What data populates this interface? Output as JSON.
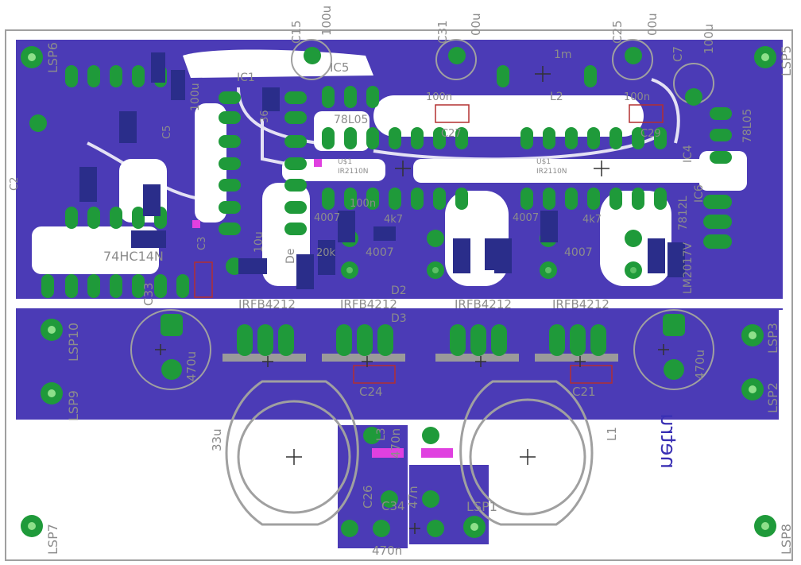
{
  "colors": {
    "copper": "#4b3bb6",
    "copper_dark": "#342a93",
    "pad": "#1f9a3a",
    "pad_light": "#8ee08a",
    "silk": "#8c8c8c",
    "board_bg": "#ffffff",
    "smd_pad": "#2a2d8a",
    "via": "#e040e0",
    "outline_red": "#b33030"
  },
  "speakers": [
    {
      "name": "LSP6"
    },
    {
      "name": "LSP5"
    },
    {
      "name": "LSP10"
    },
    {
      "name": "LSP3"
    },
    {
      "name": "LSP9"
    },
    {
      "name": "LSP2"
    },
    {
      "name": "LSP7"
    },
    {
      "name": "LSP1"
    },
    {
      "name": "LSP8"
    }
  ],
  "transistors": [
    {
      "name": "IRFB4212"
    },
    {
      "name": "IRFB4212"
    },
    {
      "name": "IRFB4212"
    },
    {
      "name": "IRFB4212"
    }
  ],
  "capacitors": {
    "c15": "C15",
    "c15_val": "100u",
    "c31": "C31",
    "c31_val": "00u",
    "c25": "C25",
    "c25_val": "00u",
    "c7": "C7",
    "c7_val": "100u",
    "c24": "C24",
    "c21": "C21",
    "c_big_left": "470u",
    "c_big_right": "470u",
    "c33": "C33",
    "c_26": "C26",
    "c_34": "C34",
    "c_470n_bottom": "470n",
    "c_47n": "47n",
    "c_470n": "470n",
    "c_100n_a": "100n",
    "c_100n_b": "100n",
    "c2": "C2",
    "c5": "C5",
    "c3": "C3"
  },
  "ics": {
    "ic1": "IC1",
    "ic5": "IC5",
    "ic4": "IC4",
    "ic6": "IC6",
    "u1": "U$1",
    "u1_part": "IR2110N",
    "u2": "U$1",
    "u2_part": "IR2110N",
    "r78l05": "78L05",
    "r7812_l": "7812L",
    "r7812_r": "78L05",
    "logic": "74HC14N",
    "lm": "LM2017V"
  },
  "misc": {
    "l1": "L1",
    "l2": "L2",
    "l3": "L3",
    "l1_val": "1m",
    "c_33u": "33u",
    "d2": "D2",
    "d3": "D3",
    "diode_1": "4007",
    "diode_2": "4007",
    "diode_3": "4007",
    "diode_4": "4007",
    "r_20k": "20k",
    "r_4k7_a": "4k7",
    "r_4k7_b": "4k7",
    "r_10u": "10u",
    "r_100u": "100u",
    "r_36": "36",
    "r_de": "De",
    "r_c29": "C29",
    "r_c27": "C27",
    "r_100n_top": "100n",
    "author_mark": "netru"
  }
}
